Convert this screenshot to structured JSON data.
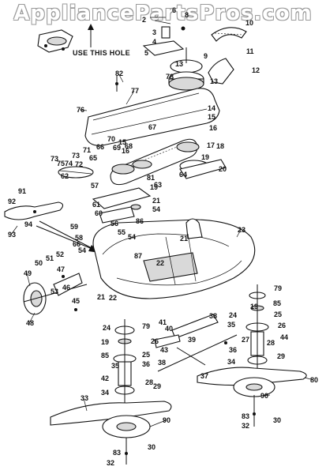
{
  "watermark": "AppliancePartsPros.com",
  "hint_text": "USE THIS HOLE",
  "callouts": [
    {
      "id": "c10",
      "text": "10"
    },
    {
      "id": "c8",
      "text": "8"
    },
    {
      "id": "c6",
      "text": "6"
    },
    {
      "id": "c2",
      "text": "2"
    },
    {
      "id": "c3",
      "text": "3"
    },
    {
      "id": "c4",
      "text": "4"
    },
    {
      "id": "c5",
      "text": "5"
    },
    {
      "id": "c9",
      "text": "9"
    },
    {
      "id": "c11",
      "text": "11"
    },
    {
      "id": "c12",
      "text": "12"
    },
    {
      "id": "c13a",
      "text": "13"
    },
    {
      "id": "c78",
      "text": "78"
    },
    {
      "id": "c13b",
      "text": "13"
    },
    {
      "id": "c82",
      "text": "82"
    },
    {
      "id": "c77",
      "text": "77"
    },
    {
      "id": "c76",
      "text": "76"
    },
    {
      "id": "c14",
      "text": "14"
    },
    {
      "id": "c15a",
      "text": "15"
    },
    {
      "id": "c16a",
      "text": "16"
    },
    {
      "id": "c67",
      "text": "67"
    },
    {
      "id": "c70",
      "text": "70"
    },
    {
      "id": "c66a",
      "text": "66"
    },
    {
      "id": "c15b",
      "text": "15"
    },
    {
      "id": "c69",
      "text": "69"
    },
    {
      "id": "c68",
      "text": "68"
    },
    {
      "id": "c65",
      "text": "65"
    },
    {
      "id": "c16b",
      "text": "16"
    },
    {
      "id": "c17",
      "text": "17"
    },
    {
      "id": "c18",
      "text": "18"
    },
    {
      "id": "c19a",
      "text": "19"
    },
    {
      "id": "c20",
      "text": "20"
    },
    {
      "id": "c73a",
      "text": "73"
    },
    {
      "id": "c71",
      "text": "71"
    },
    {
      "id": "c73b",
      "text": "73"
    },
    {
      "id": "c75",
      "text": "75"
    },
    {
      "id": "c74",
      "text": "74"
    },
    {
      "id": "c72",
      "text": "72"
    },
    {
      "id": "c64",
      "text": "64"
    },
    {
      "id": "c62",
      "text": "62"
    },
    {
      "id": "c81",
      "text": "81"
    },
    {
      "id": "c63",
      "text": "63"
    },
    {
      "id": "c57",
      "text": "57"
    },
    {
      "id": "c19b",
      "text": "19"
    },
    {
      "id": "c21a",
      "text": "21"
    },
    {
      "id": "c54a",
      "text": "54"
    },
    {
      "id": "c61",
      "text": "61"
    },
    {
      "id": "c60",
      "text": "60"
    },
    {
      "id": "c86",
      "text": "86"
    },
    {
      "id": "c91",
      "text": "91"
    },
    {
      "id": "c92",
      "text": "92"
    },
    {
      "id": "c93",
      "text": "93"
    },
    {
      "id": "c94",
      "text": "94"
    },
    {
      "id": "c59",
      "text": "59"
    },
    {
      "id": "c56",
      "text": "56"
    },
    {
      "id": "c55",
      "text": "55"
    },
    {
      "id": "c58",
      "text": "58"
    },
    {
      "id": "c66b",
      "text": "66"
    },
    {
      "id": "c54b",
      "text": "54"
    },
    {
      "id": "c54c",
      "text": "54"
    },
    {
      "id": "c21b",
      "text": "21"
    },
    {
      "id": "c23",
      "text": "23"
    },
    {
      "id": "c87",
      "text": "87"
    },
    {
      "id": "c22a",
      "text": "22"
    },
    {
      "id": "c50",
      "text": "50"
    },
    {
      "id": "c51",
      "text": "51"
    },
    {
      "id": "c52",
      "text": "52"
    },
    {
      "id": "c49",
      "text": "49"
    },
    {
      "id": "c47",
      "text": "47"
    },
    {
      "id": "c21c",
      "text": "21"
    },
    {
      "id": "c22b",
      "text": "22"
    },
    {
      "id": "c53",
      "text": "53"
    },
    {
      "id": "c46",
      "text": "46"
    },
    {
      "id": "c45",
      "text": "45"
    },
    {
      "id": "c48",
      "text": "48"
    },
    {
      "id": "c79a",
      "text": "79"
    },
    {
      "id": "c19c",
      "text": "19"
    },
    {
      "id": "c85a",
      "text": "85"
    },
    {
      "id": "c24a",
      "text": "24"
    },
    {
      "id": "c25a",
      "text": "25"
    },
    {
      "id": "c35a",
      "text": "35"
    },
    {
      "id": "c26a",
      "text": "26"
    },
    {
      "id": "c44",
      "text": "44"
    },
    {
      "id": "c27",
      "text": "27"
    },
    {
      "id": "c28a",
      "text": "28"
    },
    {
      "id": "c29a",
      "text": "29"
    },
    {
      "id": "c36a",
      "text": "36"
    },
    {
      "id": "c34a",
      "text": "34"
    },
    {
      "id": "c80",
      "text": "80"
    },
    {
      "id": "c38a",
      "text": "38"
    },
    {
      "id": "c40",
      "text": "40"
    },
    {
      "id": "c41",
      "text": "41"
    },
    {
      "id": "c39",
      "text": "39"
    },
    {
      "id": "c37",
      "text": "37"
    },
    {
      "id": "c24b",
      "text": "24"
    },
    {
      "id": "c79b",
      "text": "79"
    },
    {
      "id": "c19d",
      "text": "19"
    },
    {
      "id": "c85b",
      "text": "85"
    },
    {
      "id": "c25b",
      "text": "25"
    },
    {
      "id": "c26b",
      "text": "26"
    },
    {
      "id": "c36b",
      "text": "36"
    },
    {
      "id": "c43",
      "text": "43"
    },
    {
      "id": "c35b",
      "text": "35"
    },
    {
      "id": "c38b",
      "text": "38"
    },
    {
      "id": "c42",
      "text": "42"
    },
    {
      "id": "c28b",
      "text": "28"
    },
    {
      "id": "c29b",
      "text": "29"
    },
    {
      "id": "c34b",
      "text": "34"
    },
    {
      "id": "c90a",
      "text": "90"
    },
    {
      "id": "c83a",
      "text": "83"
    },
    {
      "id": "c32a",
      "text": "32"
    },
    {
      "id": "c30a",
      "text": "30"
    },
    {
      "id": "c33",
      "text": "33"
    },
    {
      "id": "c90b",
      "text": "90"
    },
    {
      "id": "c83b",
      "text": "83"
    },
    {
      "id": "c32b",
      "text": "32"
    },
    {
      "id": "c30b",
      "text": "30"
    }
  ]
}
